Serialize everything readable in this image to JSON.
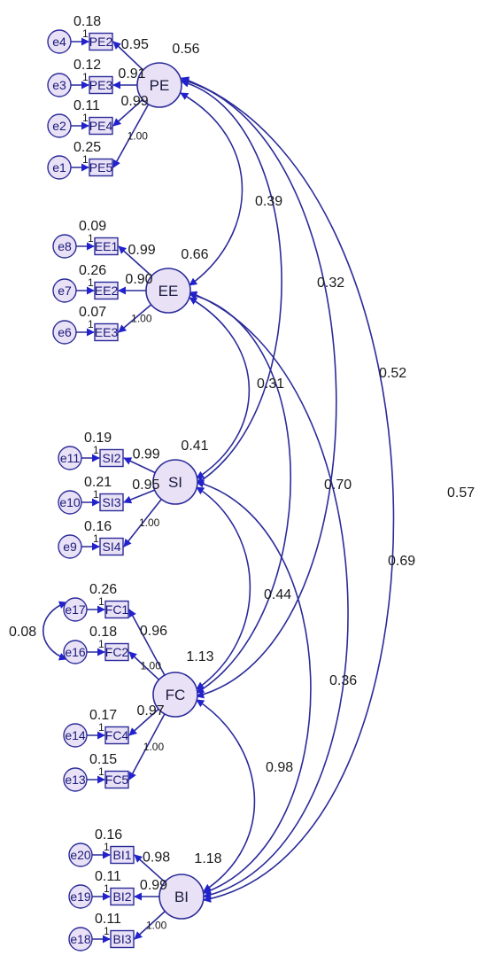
{
  "colors": {
    "stroke": "#2b2b9a",
    "fill": "#e9e1f5",
    "text": "#1a1a1a"
  },
  "latents": [
    {
      "id": "PE",
      "label": "PE",
      "variance": "0.56"
    },
    {
      "id": "EE",
      "label": "EE",
      "variance": "0.66"
    },
    {
      "id": "SI",
      "label": "SI",
      "variance": "0.41"
    },
    {
      "id": "FC",
      "label": "FC",
      "variance": "1.13"
    },
    {
      "id": "BI",
      "label": "BI",
      "variance": "1.18"
    }
  ],
  "indicators": [
    {
      "id": "PE2",
      "label": "PE2",
      "latent": "PE",
      "error": "e4",
      "error_var": "0.18",
      "fix": "1",
      "loading": "0.95"
    },
    {
      "id": "PE3",
      "label": "PE3",
      "latent": "PE",
      "error": "e3",
      "error_var": "0.12",
      "fix": "1",
      "loading": "0.91"
    },
    {
      "id": "PE4",
      "label": "PE4",
      "latent": "PE",
      "error": "e2",
      "error_var": "0.11",
      "fix": "1",
      "loading": "0.99"
    },
    {
      "id": "PE5",
      "label": "PE5",
      "latent": "PE",
      "error": "e1",
      "error_var": "0.25",
      "fix": "1",
      "loading": "1.00"
    },
    {
      "id": "EE1",
      "label": "EE1",
      "latent": "EE",
      "error": "e8",
      "error_var": "0.09",
      "fix": "1",
      "loading": "0.99"
    },
    {
      "id": "EE2",
      "label": "EE2",
      "latent": "EE",
      "error": "e7",
      "error_var": "0.26",
      "fix": "1",
      "loading": "0.90"
    },
    {
      "id": "EE3",
      "label": "EE3",
      "latent": "EE",
      "error": "e6",
      "error_var": "0.07",
      "fix": "1",
      "loading": "1.00"
    },
    {
      "id": "SI2",
      "label": "SI2",
      "latent": "SI",
      "error": "e11",
      "error_var": "0.19",
      "fix": "1",
      "loading": "0.99"
    },
    {
      "id": "SI3",
      "label": "SI3",
      "latent": "SI",
      "error": "e10",
      "error_var": "0.21",
      "fix": "1",
      "loading": "0.95"
    },
    {
      "id": "SI4",
      "label": "SI4",
      "latent": "SI",
      "error": "e9",
      "error_var": "0.16",
      "fix": "1",
      "loading": "1.00"
    },
    {
      "id": "FC1",
      "label": "FC1",
      "latent": "FC",
      "error": "e17",
      "error_var": "0.26",
      "fix": "1",
      "loading": "0.96"
    },
    {
      "id": "FC2",
      "label": "FC2",
      "latent": "FC",
      "error": "e16",
      "error_var": "0.18",
      "fix": "1",
      "loading": "1.00"
    },
    {
      "id": "FC4",
      "label": "FC4",
      "latent": "FC",
      "error": "e14",
      "error_var": "0.17",
      "fix": "1",
      "loading": "0.97"
    },
    {
      "id": "FC5",
      "label": "FC5",
      "latent": "FC",
      "error": "e13",
      "error_var": "0.15",
      "fix": "1",
      "loading": "1.00"
    },
    {
      "id": "BI1",
      "label": "BI1",
      "latent": "BI",
      "error": "e20",
      "error_var": "0.16",
      "fix": "1",
      "loading": "0.98"
    },
    {
      "id": "BI2",
      "label": "BI2",
      "latent": "BI",
      "error": "e19",
      "error_var": "0.11",
      "fix": "1",
      "loading": "0.99"
    },
    {
      "id": "BI3",
      "label": "BI3",
      "latent": "BI",
      "error": "e18",
      "error_var": "0.11",
      "fix": "1",
      "loading": "1.00"
    }
  ],
  "covariances": [
    {
      "from": "PE",
      "to": "EE",
      "value": "0.39"
    },
    {
      "from": "PE",
      "to": "SI",
      "value": "0.32"
    },
    {
      "from": "PE",
      "to": "FC",
      "value": "0.52"
    },
    {
      "from": "PE",
      "to": "BI",
      "value": "0.57"
    },
    {
      "from": "EE",
      "to": "SI",
      "value": "0.31"
    },
    {
      "from": "EE",
      "to": "FC",
      "value": "0.70"
    },
    {
      "from": "EE",
      "to": "BI",
      "value": "0.69"
    },
    {
      "from": "SI",
      "to": "FC",
      "value": "0.44"
    },
    {
      "from": "SI",
      "to": "BI",
      "value": "0.36"
    },
    {
      "from": "FC",
      "to": "BI",
      "value": "0.98"
    }
  ],
  "error_covariance": {
    "from": "e17",
    "to": "e16",
    "value": "0.08"
  }
}
